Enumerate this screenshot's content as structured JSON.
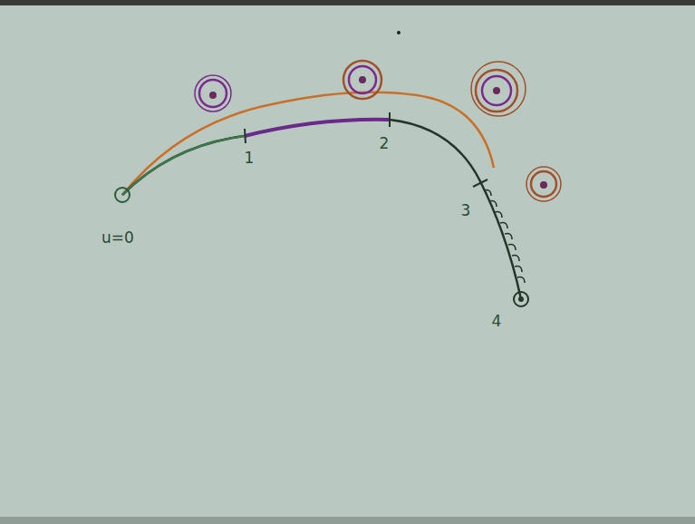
{
  "diagram": {
    "labels": [
      "u=0",
      "1",
      "2",
      "3",
      "4"
    ]
  }
}
